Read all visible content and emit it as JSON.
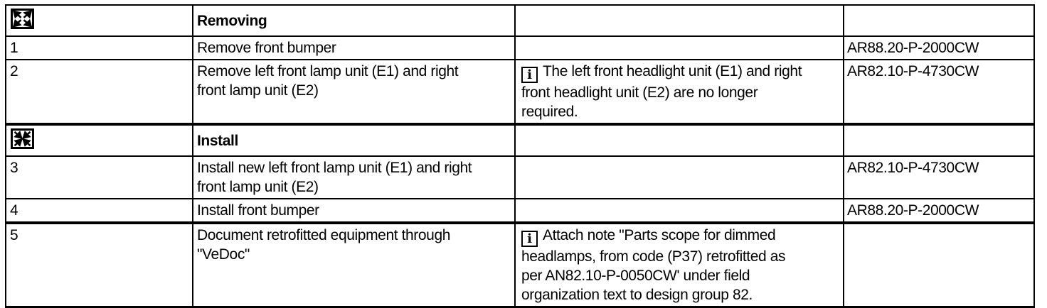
{
  "colors": {
    "text": "#000000",
    "border": "#000000",
    "background": "#ffffff"
  },
  "icons": {
    "info_glyph": "i",
    "section_remove": "arrows-outward",
    "section_install": "arrows-inward"
  },
  "table": {
    "rows": [
      {
        "kind": "section",
        "title": "Removing"
      },
      {
        "kind": "step",
        "step": "1",
        "desc": "Remove front bumper",
        "note": "",
        "ref": "AR88.20-P-2000CW"
      },
      {
        "kind": "step",
        "step": "2",
        "desc": "Remove left front lamp unit (E1) and right\nfront lamp unit (E2)",
        "note": "The left front headlight unit (E1) and right\nfront headlight unit (E2) are no longer\nrequired.",
        "ref": "AR82.10-P-4730CW"
      },
      {
        "kind": "section",
        "title": "Install"
      },
      {
        "kind": "step",
        "step": "3",
        "desc": "Install new left front lamp unit (E1) and right\nfront lamp unit (E2)",
        "note": "",
        "ref": "AR82.10-P-4730CW"
      },
      {
        "kind": "step",
        "step": "4",
        "desc": "Install front bumper",
        "note": "",
        "ref": "AR88.20-P-2000CW"
      },
      {
        "kind": "step",
        "step": "5",
        "desc": "Document retrofitted equipment through\n\"VeDoc\"",
        "note": "Attach note \"Parts scope for dimmed\nheadlamps, from code (P37) retrofitted as\nper AN82.10-P-0050CW' under field\norganization text to design group 82.",
        "ref": ""
      }
    ]
  }
}
